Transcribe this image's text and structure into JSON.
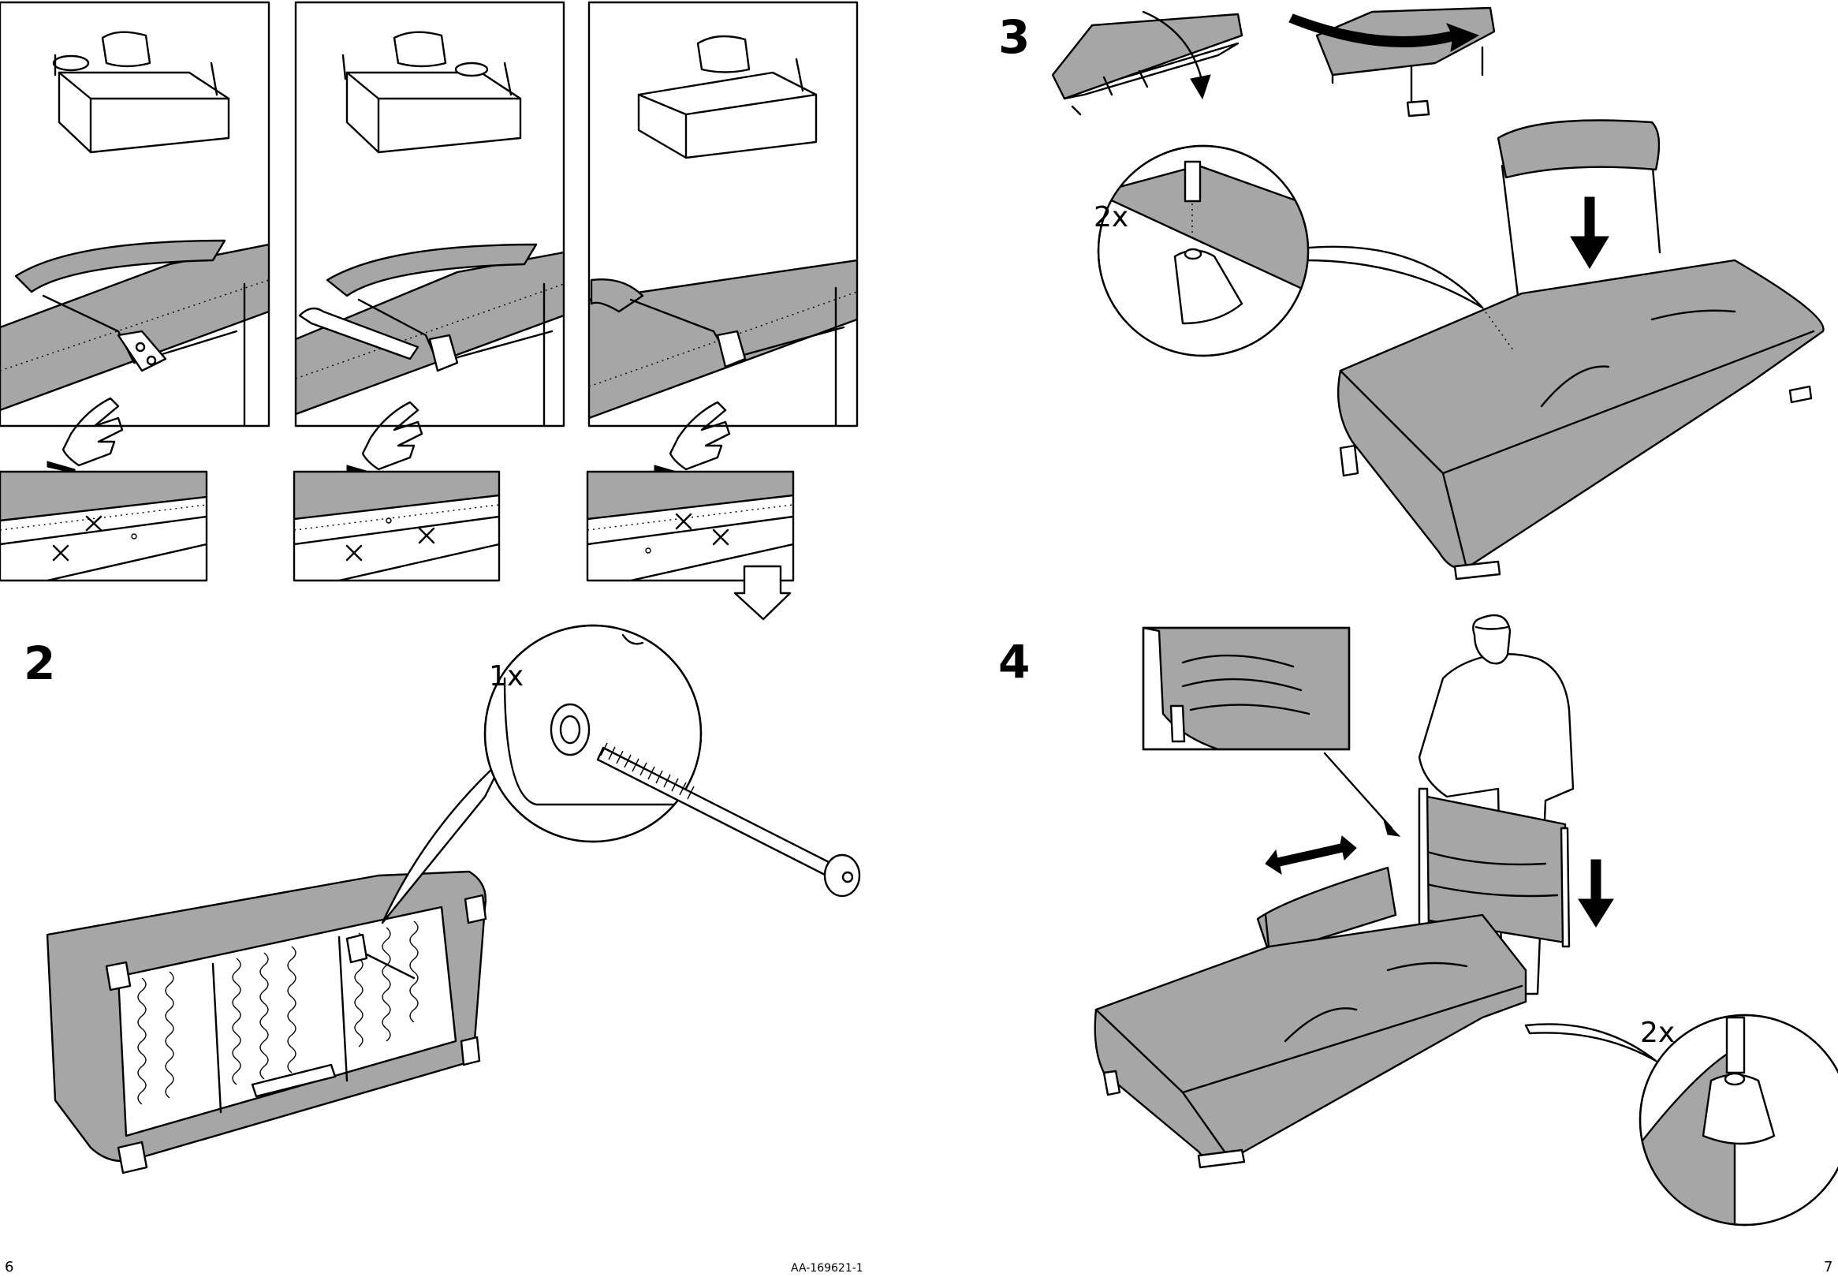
{
  "steps": {
    "step2_number": "2",
    "step3_number": "3",
    "step4_number": "4"
  },
  "quantities": {
    "step2_bolt": "1x",
    "step3_legs": "2x",
    "step4_legs": "2x"
  },
  "footer": {
    "left_page": "6",
    "right_page": "7",
    "doc_code": "AA-169621-1"
  },
  "colors": {
    "upholstery": "#a6a6a6",
    "line": "#000000",
    "background": "#ffffff"
  }
}
